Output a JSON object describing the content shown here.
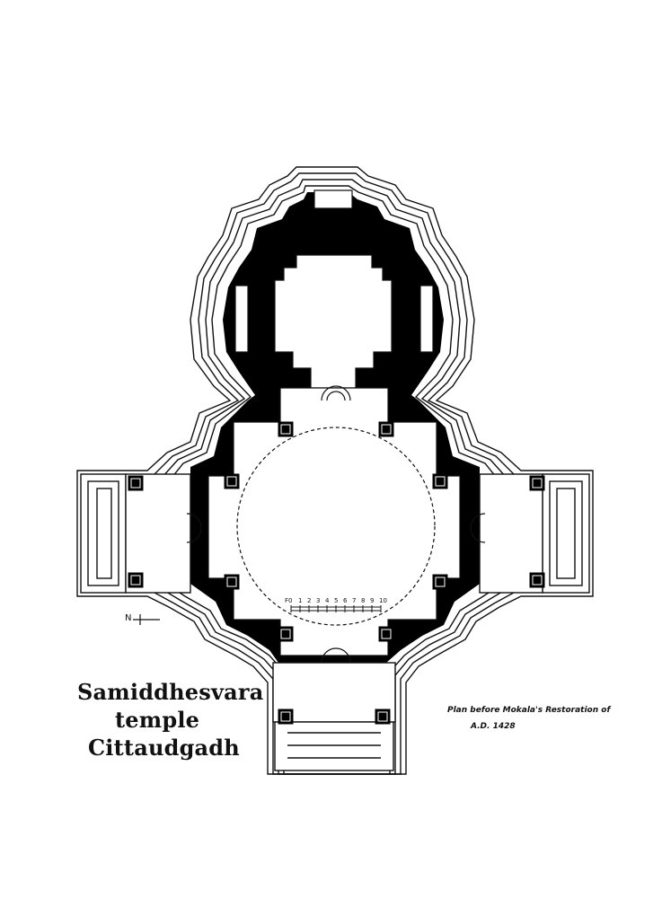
{
  "title": {
    "line1": "Samiddhesvara",
    "line2": "temple",
    "line3": "Cittaudgadh"
  },
  "note": {
    "line1": "Plan before Mokala's Restoration of",
    "line2": "A.D. 1428"
  },
  "scale": {
    "zero_label": "F0",
    "ticks": [
      "1",
      "2",
      "3",
      "4",
      "5",
      "6",
      "7",
      "8",
      "9",
      "10"
    ]
  },
  "north_marker": "N",
  "colors": {
    "wall_fill": "#000000",
    "line": "#111111",
    "background": "#ffffff"
  }
}
